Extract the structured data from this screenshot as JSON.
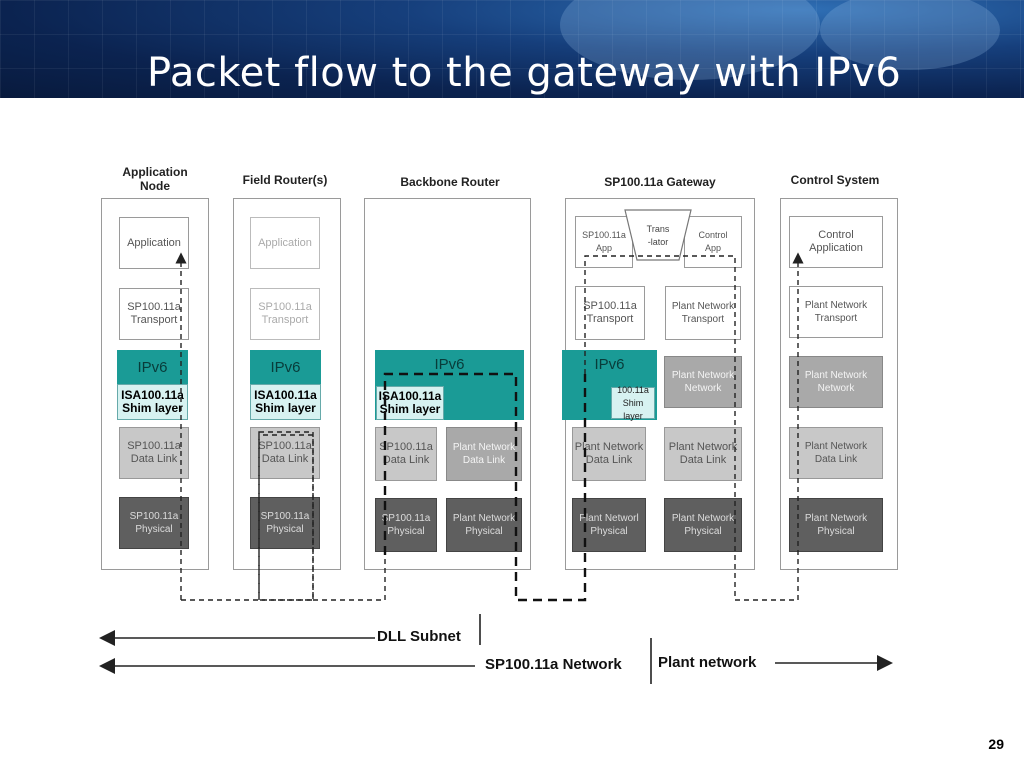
{
  "slide": {
    "title": "Packet flow to the gateway with IPv6",
    "page_number": "29"
  },
  "columns": {
    "app_node": "Application\nNode",
    "field_router": "Field Router(s)",
    "backbone_router": "Backbone Router",
    "gateway": "SP100.11a Gateway",
    "control_system": "Control System"
  },
  "app_node": {
    "application": "Application",
    "transport": "SP100.11a\nTransport",
    "ipv6": "IPv6",
    "shim": "ISA100.11a\nShim layer",
    "datalink": "SP100.11a\nData Link",
    "physical": "SP100.11a\nPhysical"
  },
  "field_router": {
    "application": "Application",
    "transport": "SP100.11a\nTransport",
    "ipv6": "IPv6",
    "shim": "ISA100.11a\nShim layer",
    "datalink": "SP100.11a\nData Link",
    "physical": "SP100.11a\nPhysical"
  },
  "backbone_router": {
    "ipv6": "IPv6",
    "shim": "ISA100.11a\nShim layer",
    "datalink_left": "SP100.11a\nData Link",
    "datalink_right": "Plant Network\nData Link",
    "physical_left": "SP100.11a\nPhysical",
    "physical_right": "Plant Network\nPhysical"
  },
  "gateway": {
    "sp_app": "SP100.11a\nApp",
    "translator": "Trans\n-lator",
    "control_app": "Control\nApp",
    "sp_transport": "SP100.11a\nTransport",
    "plant_transport": "Plant Network\nTransport",
    "ipv6": "IPv6",
    "plant_network": "Plant Network\nNetwork",
    "shim": "100.11a\nShim layer",
    "datalink_left": "Plant Network\nData Link",
    "datalink_right": "Plant Network\nData Link",
    "physical_left": "Plant Networl\nPhysical",
    "physical_right": "Plant Network\nPhysical"
  },
  "control_system": {
    "application": "Control\nApplication",
    "transport": "Plant Network\nTransport",
    "network": "Plant Network\nNetwork",
    "datalink": "Plant Network\nData Link",
    "physical": "Plant Network\nPhysical"
  },
  "legend": {
    "dll_subnet": "DLL Subnet",
    "sp_network": "SP100.11a Network",
    "plant_network": "Plant network"
  }
}
